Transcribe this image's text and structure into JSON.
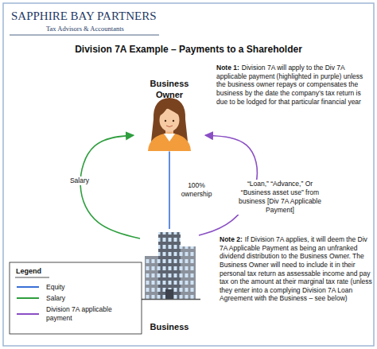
{
  "diagram": {
    "title": "Division 7A Example – Payments to a Shareholder",
    "nodes": [
      {
        "text": [
          "Business Owner"
        ]
      },
      {
        "text": [
          "Business"
        ]
      }
    ],
    "edges": [
      {
        "from": 1,
        "to": 0,
        "arrow": "to",
        "label": "Salary"
      },
      {
        "from": 0,
        "to": 1,
        "arrow": "none",
        "label": "100% ownership"
      },
      {
        "from": 1,
        "to": 0,
        "arrow": "to",
        "label": "“Loan,” “Advance,” Or “Business asset use” from business [Div 7A Applicable Payment]"
      }
    ],
    "labels": [
      "SAPPHIRE BAY PARTNERS",
      "Tax Advisors & Accountants",
      "Note 1:",
      "Division 7A will apply to the Div 7A applicable payment (highlighted in purple) unless the business owner repays or compensates the business by the date the company’s tax return is due to be lodged for that particular financial year",
      "Note 2:",
      "If Division 7A applies, it will deem the Div 7A Applicable Payment as being an unfranked dividend distribution to the Business Owner. The Business Owner will need to include it in their personal tax return as assessable income and pay tax on the amount at their marginal tax rate (unless they enter into a complying Division 7A Loan Agreement with the Business – see below)",
      "Legend"
    ],
    "legend": [
      {
        "text": "Equity"
      },
      {
        "text": "Salary"
      },
      {
        "text": "Division 7A applicable payment"
      }
    ]
  }
}
